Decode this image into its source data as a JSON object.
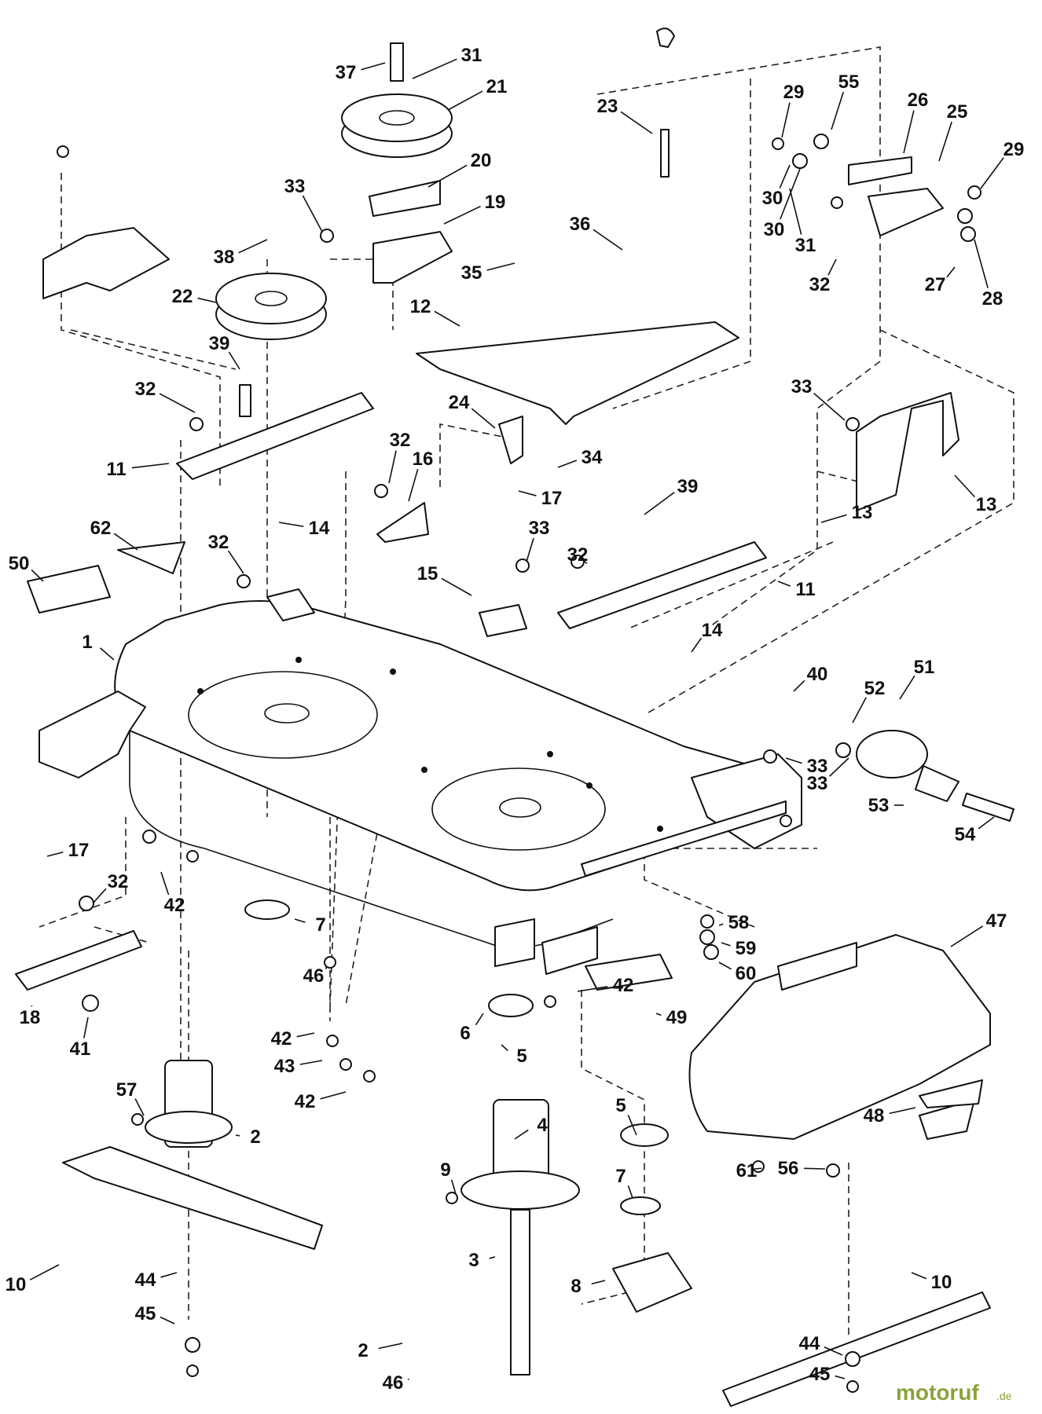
{
  "watermark": {
    "brand": "motoruf",
    "suffix": ".de"
  },
  "callouts": [
    "37",
    "31",
    "21",
    "20",
    "19",
    "33",
    "23",
    "36",
    "35",
    "12",
    "29",
    "55",
    "26",
    "25",
    "30",
    "29",
    "30",
    "31",
    "32",
    "27",
    "28",
    "33",
    "13",
    "38",
    "22",
    "39",
    "32",
    "11",
    "14",
    "24",
    "34",
    "32",
    "16",
    "17",
    "33",
    "15",
    "32",
    "39",
    "11",
    "14",
    "62",
    "50",
    "32",
    "1",
    "33",
    "13",
    "40",
    "52",
    "51",
    "33",
    "53",
    "54",
    "17",
    "32",
    "42",
    "7",
    "46",
    "18",
    "41",
    "42",
    "43",
    "42",
    "6",
    "5",
    "42",
    "49",
    "58",
    "59",
    "60",
    "47",
    "57",
    "2",
    "4",
    "9",
    "10",
    "44",
    "45",
    "5",
    "7",
    "3",
    "8",
    "2",
    "46",
    "61",
    "56",
    "48",
    "10",
    "44",
    "45"
  ]
}
